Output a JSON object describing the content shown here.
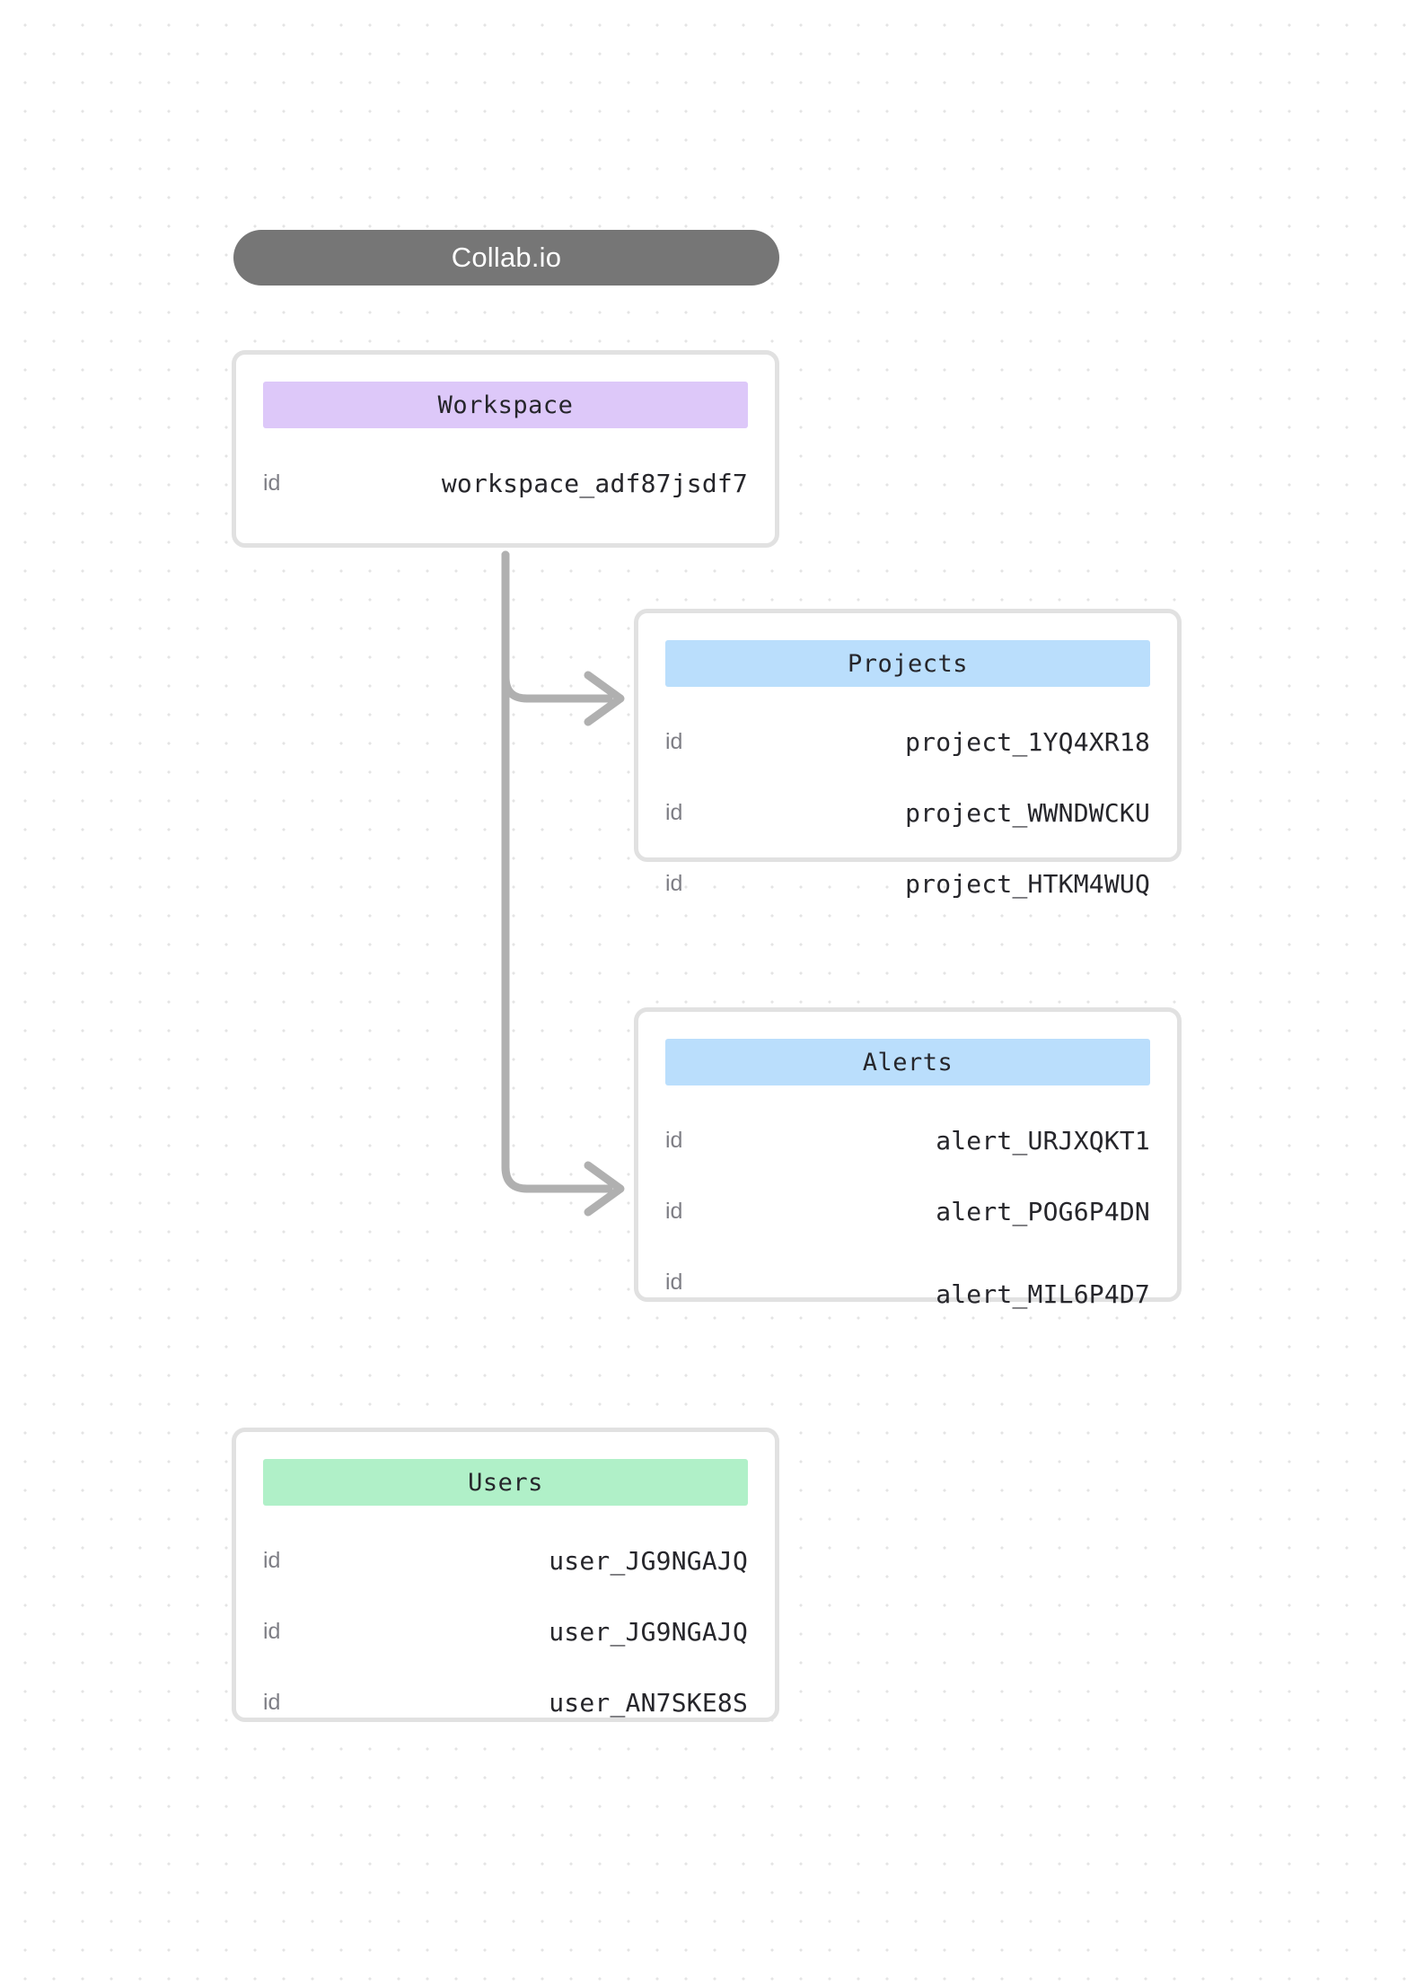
{
  "diagram": {
    "title": "Collab.io",
    "background": {
      "style": "dot-grid",
      "dot_color": "#e4e4e4",
      "page_color": "#ffffff"
    },
    "accent_colors": {
      "title_pill": "#767676",
      "workspace_header": "#ddc8f9",
      "table_header": "#badefc",
      "users_header": "#b0f0c8",
      "card_border": "#e1e1e1",
      "connector": "#b0b0b0",
      "key_text": "#7e7e85",
      "value_text": "#26262b"
    },
    "entities": [
      {
        "id": "workspace",
        "name": "Workspace",
        "header_color": "#ddc8f9",
        "rows": [
          {
            "key": "id",
            "value": "workspace_adf87jsdf7"
          }
        ]
      },
      {
        "id": "projects",
        "name": "Projects",
        "header_color": "#badefc",
        "rows": [
          {
            "key": "id",
            "value": "project_1YQ4XR18"
          },
          {
            "key": "id",
            "value": "project_WWNDWCKU"
          },
          {
            "key": "id",
            "value": "project_HTKM4WUQ"
          }
        ]
      },
      {
        "id": "alerts",
        "name": "Alerts",
        "header_color": "#badefc",
        "rows": [
          {
            "key": "id",
            "value": "alert_URJXQKT1"
          },
          {
            "key": "id",
            "value": "alert_POG6P4DN"
          },
          {
            "key": "id",
            "value": "alert_MIL6P4D7"
          }
        ]
      },
      {
        "id": "users",
        "name": "Users",
        "header_color": "#b0f0c8",
        "rows": [
          {
            "key": "id",
            "value": "user_JG9NGAJQ"
          },
          {
            "key": "id",
            "value": "user_JG9NGAJQ"
          },
          {
            "key": "id",
            "value": "user_AN7SKE8S"
          }
        ]
      }
    ],
    "connections": [
      {
        "from": "workspace",
        "to": "projects",
        "arrow": "right"
      },
      {
        "from": "workspace",
        "to": "alerts",
        "arrow": "right"
      }
    ]
  }
}
